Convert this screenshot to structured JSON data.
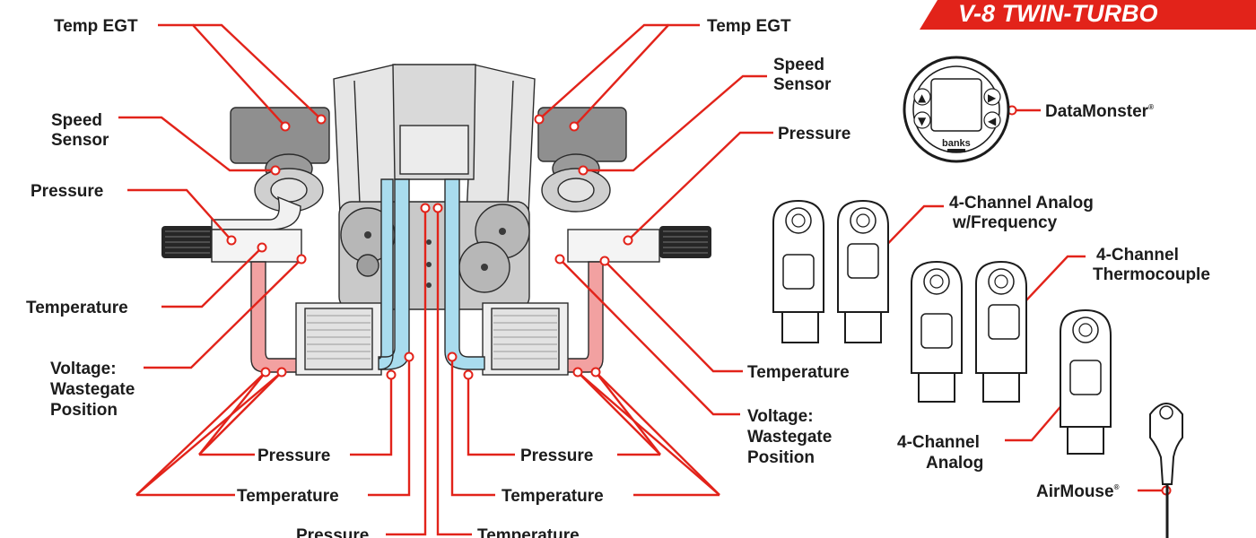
{
  "banner": {
    "text": "V-8 TWIN-TURBO",
    "color": "#e2231a"
  },
  "colors": {
    "callout_line": "#e2231a",
    "cold_pipe": "#a9dcee",
    "hot_pipe": "#f2a1a1",
    "engine_gray": "#d8d8d8"
  },
  "labels": {
    "temp_egt_left": "Temp EGT",
    "temp_egt_right": "Temp EGT",
    "speed_sensor_left_1": "Speed",
    "speed_sensor_left_2": "Sensor",
    "speed_sensor_right_1": "Speed",
    "speed_sensor_right_2": "Sensor",
    "pressure_left": "Pressure",
    "pressure_right": "Pressure",
    "temperature_left": "Temperature",
    "temperature_right": "Temperature",
    "voltage_left_1": "Voltage:",
    "voltage_left_2": "Wastegate",
    "voltage_left_3": "Position",
    "voltage_right_1": "Voltage:",
    "voltage_right_2": "Wastegate",
    "voltage_right_3": "Position",
    "pressure_bottom_left": "Pressure",
    "pressure_bottom_right": "Pressure",
    "temperature_bottom_left": "Temperature",
    "temperature_bottom_right": "Temperature",
    "pressure_bottom_center": "Pressure",
    "temperature_bottom_center": "Temperature"
  },
  "devices": {
    "datamonster": {
      "name": "DataMonster",
      "mark": "®",
      "logo": "banks"
    },
    "analog_freq_1": "4-Channel Analog",
    "analog_freq_2": "w/Frequency",
    "thermocouple_1": "4-Channel",
    "thermocouple_2": "Thermocouple",
    "analog_1": "4-Channel",
    "analog_2": "Analog",
    "airmouse": {
      "name": "AirMouse",
      "mark": "®"
    }
  }
}
